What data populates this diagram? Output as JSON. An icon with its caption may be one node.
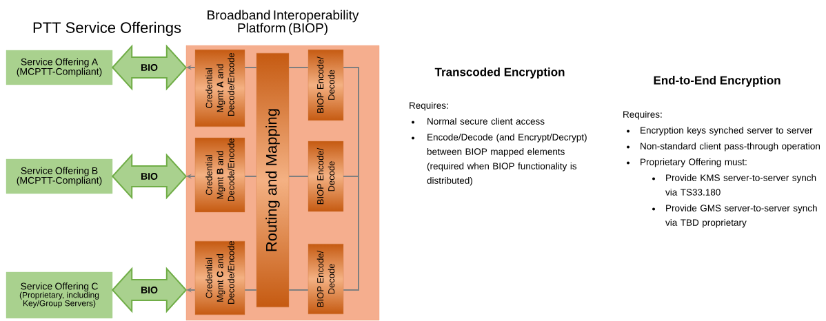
{
  "diagram": {
    "nodes": [
      {
        "text": [
          "Broadband Interoperability Platform (BIOP)"
        ]
      },
      {
        "text": [
          "Credential Mgmt **A** and Decode/Encode"
        ],
        "in": 0
      },
      {
        "text": [
          "Credential Mgmt **B** and Decode/Encode"
        ],
        "in": 0
      },
      {
        "text": [
          "Credential Mgmt **C** and Decode/Encode"
        ],
        "in": 0
      },
      {
        "text": [
          "Routing and Mapping"
        ],
        "in": 0
      },
      {
        "text": [
          "BIOP Encode/ Decode"
        ],
        "in": 0
      },
      {
        "text": [
          "BIOP Encode/ Decode"
        ],
        "in": 0
      },
      {
        "text": [
          "BIOP Encode/ Decode"
        ],
        "in": 0
      },
      {
        "text": [
          "Service Offering A (MCPTT-Compliant)"
        ]
      },
      {
        "text": [
          "Service Offering B (MCPTT-Compliant)"
        ]
      },
      {
        "text": [
          "Service Offering C",
          "(Proprietary, including Key/Group Servers)"
        ]
      }
    ],
    "edges": [
      {
        "from": 8,
        "to": 1,
        "arrow": "both",
        "label": "BIO",
        "style": "thick",
        "color": "#70ad47"
      },
      {
        "from": 9,
        "to": 2,
        "arrow": "both",
        "label": "BIO",
        "style": "thick",
        "color": "#70ad47"
      },
      {
        "from": 10,
        "to": 3,
        "arrow": "both",
        "label": "BIO",
        "style": "thick",
        "color": "#70ad47"
      },
      {
        "from": 1,
        "to": null,
        "arrow": "to"
      },
      {
        "from": 2,
        "to": null,
        "arrow": "to"
      },
      {
        "from": 3,
        "to": null,
        "arrow": "to"
      },
      {
        "from": 4,
        "to": 1,
        "arrow": "none"
      },
      {
        "from": 4,
        "to": 2,
        "arrow": "none"
      },
      {
        "from": 4,
        "to": 3,
        "arrow": "none"
      },
      {
        "from": 5,
        "to": 4,
        "arrow": "none"
      },
      {
        "from": 6,
        "to": 4,
        "arrow": "none"
      },
      {
        "from": 7,
        "to": 4,
        "arrow": "none"
      },
      {
        "from": 5,
        "to": 6,
        "arrow": "none"
      },
      {
        "from": 6,
        "to": 7,
        "arrow": "none"
      }
    ],
    "labels": [
      "PTT Service Offerings",
      "Transcoded Encryption",
      "Requires:",
      "Normal secure client access",
      "Encode/Decode (and Encrypt/Decrypt) between BIOP mapped elements (required when BIOP functionality is distributed)",
      "End-to-End Encryption",
      "Requires:",
      "Encryption keys synched server to server",
      "Non-standard client pass-through operation",
      "Proprietary Offering must:",
      "Provide KMS server-to-server synch via TS33.180",
      "Provide GMS server-to-server synch via TBD proprietary"
    ]
  }
}
